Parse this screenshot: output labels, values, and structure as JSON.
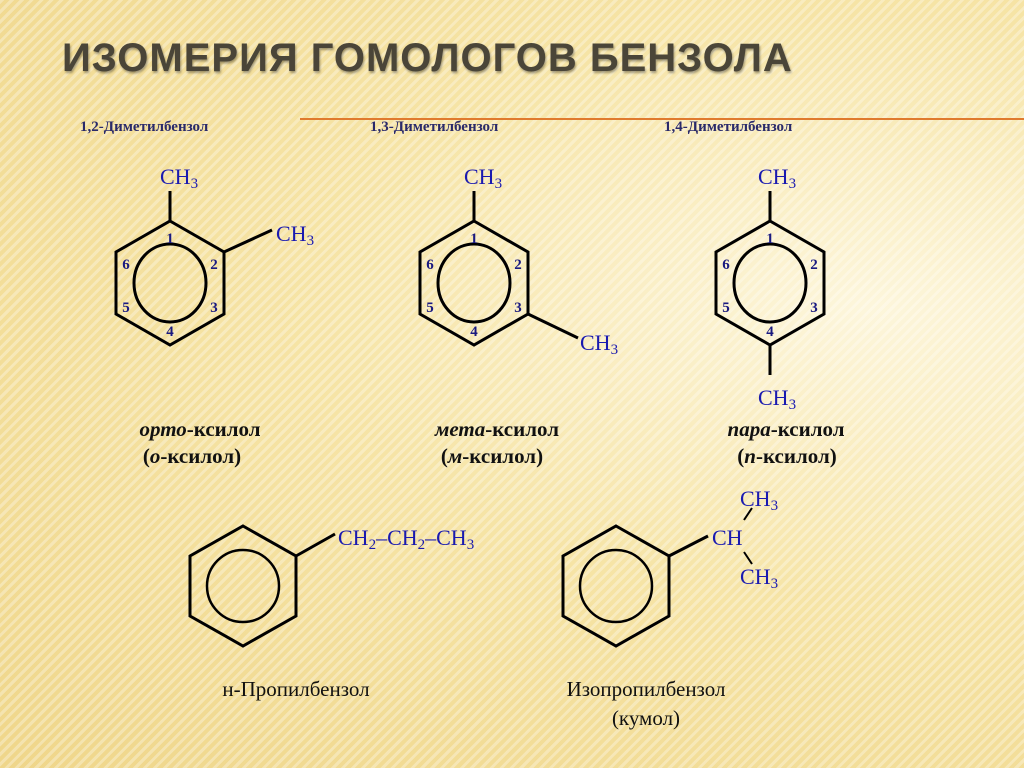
{
  "slide": {
    "title": "ИЗОМЕРИЯ ГОМОЛОГОВ БЕНЗОЛА"
  },
  "molecules": {
    "ortho": {
      "iupac": "1,2-Диметилбензол",
      "substituents": [
        "CH3",
        "CH3"
      ],
      "positions": [
        "1",
        "2",
        "3",
        "4",
        "5",
        "6"
      ],
      "name_prefix": "орто",
      "name_suffix": "-ксилол",
      "short_open": "(",
      "short_letter": "о",
      "short_rest": "-ксилол)"
    },
    "meta": {
      "iupac": "1,3-Диметилбензол",
      "substituents": [
        "CH3",
        "CH3"
      ],
      "positions": [
        "1",
        "2",
        "3",
        "4",
        "5",
        "6"
      ],
      "name_prefix": "мета",
      "name_suffix": "-ксилол",
      "short_open": "(",
      "short_letter": "м",
      "short_rest": "-ксилол)"
    },
    "para": {
      "iupac": "1,4-Диметилбензол",
      "substituents": [
        "CH3",
        "CH3"
      ],
      "positions": [
        "1",
        "2",
        "3",
        "4",
        "5",
        "6"
      ],
      "name_prefix": "пара",
      "name_suffix": "-ксилол",
      "short_open": "(",
      "short_letter": "п",
      "short_rest": "-ксилол)"
    },
    "propyl": {
      "chain": "CH2–CH2–CH3",
      "name": "н-Пропилбензол"
    },
    "isopropyl": {
      "branch_top": "CH3",
      "branch_mid": "CH",
      "branch_bottom": "CH3",
      "name": "Изопропилбензол",
      "alt_name": "(кумол)"
    }
  },
  "colors": {
    "background": "#f8e9b0",
    "title": "#4a4538",
    "accent_rule": "#e07a2e",
    "formula_text": "#1a1ab0"
  }
}
